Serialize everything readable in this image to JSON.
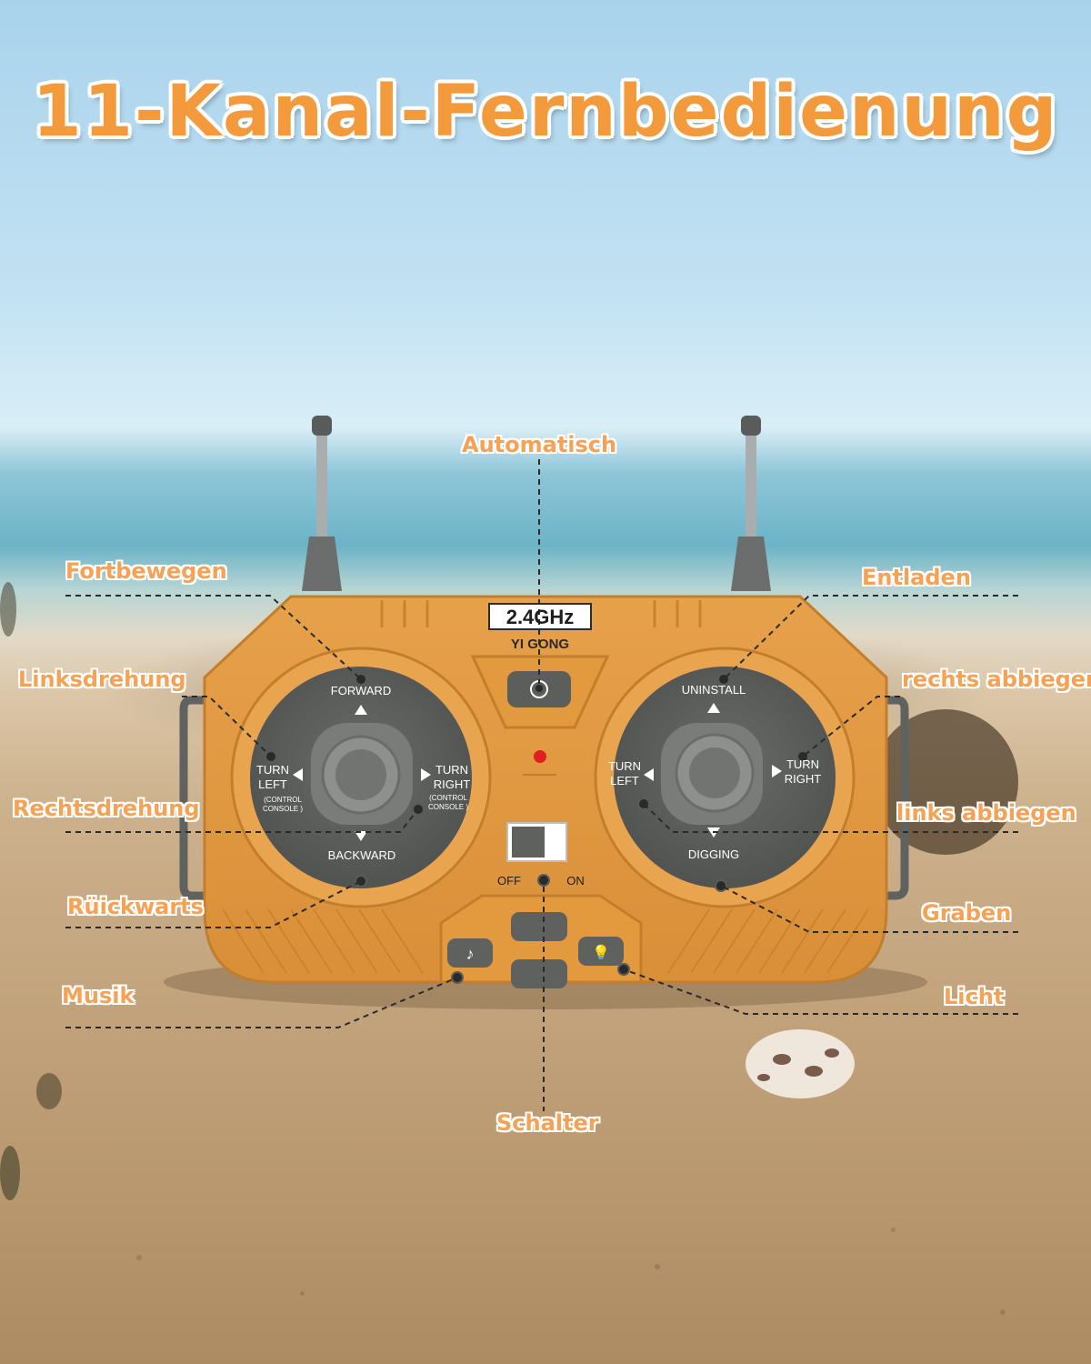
{
  "title": "11-Kanal-Fernbedienung",
  "brand": {
    "freq": "2.4GHz",
    "name": "YI GONG"
  },
  "left_stick": {
    "top": "FORWARD",
    "left_1": "TURN",
    "left_2": "LEFT",
    "right_1": "TURN",
    "right_2": "RIGHT",
    "note_1": "(CONTROL",
    "note_2": "CONSOLE )",
    "note_3": "(CONTROL",
    "note_4": "CONSOLE )",
    "bottom": "BACKWARD"
  },
  "right_stick": {
    "top": "UNINSTALL",
    "left_1": "TURN",
    "left_2": "LEFT",
    "right_1": "TURN",
    "right_2": "RIGHT",
    "bottom": "DIGGING"
  },
  "switch": {
    "off": "OFF",
    "on": "ON"
  },
  "callouts": {
    "automatisch": "Automatisch",
    "fortbewegen": "Fortbewegen",
    "entladen": "Entladen",
    "linksdrehung": "Linksdrehung",
    "rechts_abbiegen": "rechts abbiegen",
    "rechtsdrehung": "Rechtsdrehung",
    "links_abbiegen": "links abbiegen",
    "rueckwarts": "Rüickwarts",
    "graben": "Graben",
    "musik": "Musik",
    "licht": "Licht",
    "schalter": "Schalter"
  },
  "colors": {
    "body": "#e39a3e",
    "title": "#f29a3c",
    "label": "#f3a256",
    "dial": "#5f615f"
  }
}
